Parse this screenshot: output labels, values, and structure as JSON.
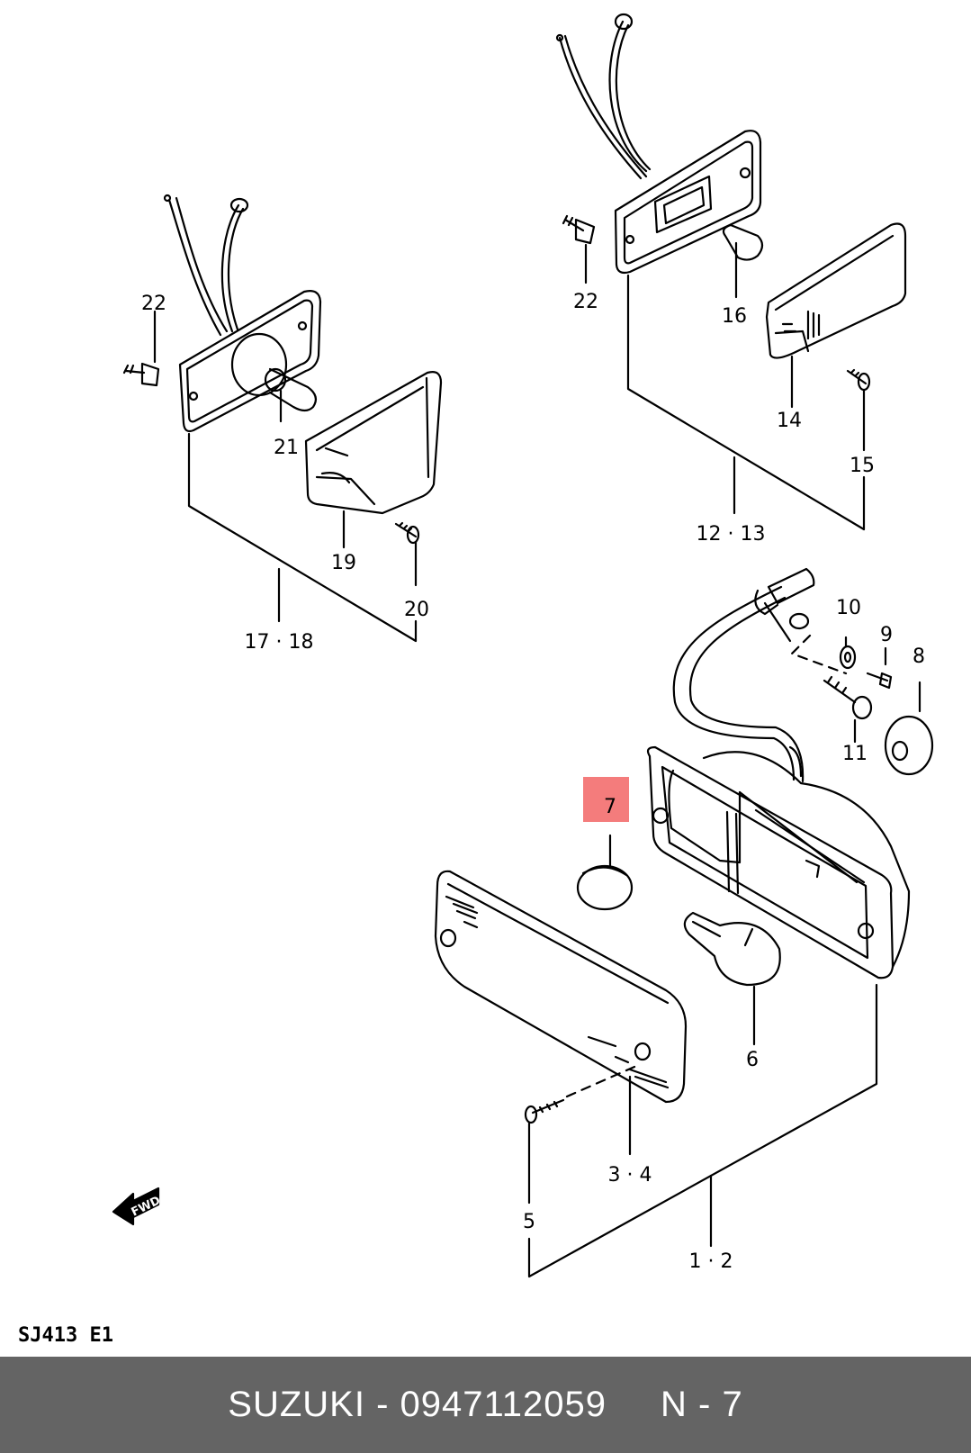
{
  "diagram": {
    "labels": {
      "p22a": "22",
      "p21": "21",
      "p19": "19",
      "p20": "20",
      "p17_18": "17 · 18",
      "p22b": "22",
      "p16": "16",
      "p14": "14",
      "p15": "15",
      "p12_13": "12 · 13",
      "p10": "10",
      "p9": "9",
      "p8": "8",
      "p11": "11",
      "p7": "7",
      "p6": "6",
      "p3_4": "3 · 4",
      "p5": "5",
      "p1_2": "1 · 2"
    },
    "fwd_text": "FWD",
    "sheet_code": "SJ413  E1",
    "highlight_color": "#f47c7c"
  },
  "footer": {
    "part_text": "SUZUKI - 0947112059",
    "ref_text": "N - 7"
  }
}
